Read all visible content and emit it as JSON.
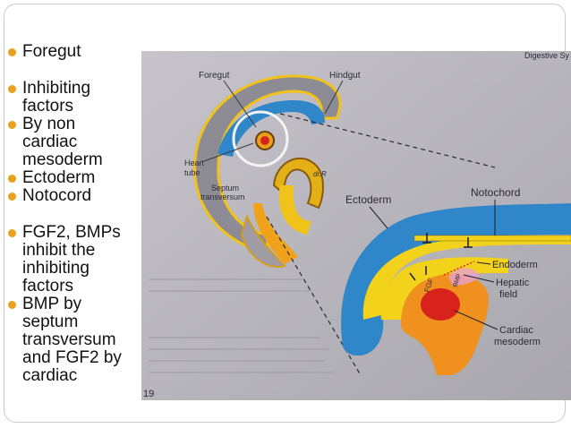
{
  "bullets": [
    {
      "lines": [
        "Foregut"
      ],
      "gap_after": true
    },
    {
      "lines": [
        "Inhibiting",
        "factors"
      ]
    },
    {
      "lines": [
        "By non",
        "cardiac",
        "mesoderm"
      ]
    },
    {
      "lines": [
        "Ectoderm"
      ]
    },
    {
      "lines": [
        "Notocord"
      ],
      "gap_after": true
    },
    {
      "lines": [
        "FGF2, BMPs",
        "inhibit the",
        "inhibiting",
        "factors"
      ]
    },
    {
      "lines": [
        "BMP by",
        "septum",
        "transversum",
        "and FGF2 by",
        "cardiac"
      ]
    }
  ],
  "figure": {
    "header_text": "Digestive Sy",
    "page_number": "19",
    "labels": {
      "foregut": "Foregut",
      "hindgut": "Hindgut",
      "heart_tube_1": "Heart",
      "heart_tube_2": "tube",
      "septum_1": "Septum",
      "septum_2": "transversum",
      "ectoderm": "Ectoderm",
      "notochord": "Notochord",
      "endoderm": "Endoderm",
      "hepatic_1": "Hepatic",
      "hepatic_2": "field",
      "cardiac_1": "Cardiac",
      "cardiac_2": "mesoderm",
      "fgf": "FGF",
      "bmp": "BMP",
      "signature": "dr.R"
    }
  },
  "colors": {
    "bullet": "#e8a21a",
    "ectoderm_blue": "#2f86c8",
    "endoderm_yellow": "#f2d21a",
    "mesoderm_orange": "#f0901e",
    "heart_red": "#d8221c"
  }
}
